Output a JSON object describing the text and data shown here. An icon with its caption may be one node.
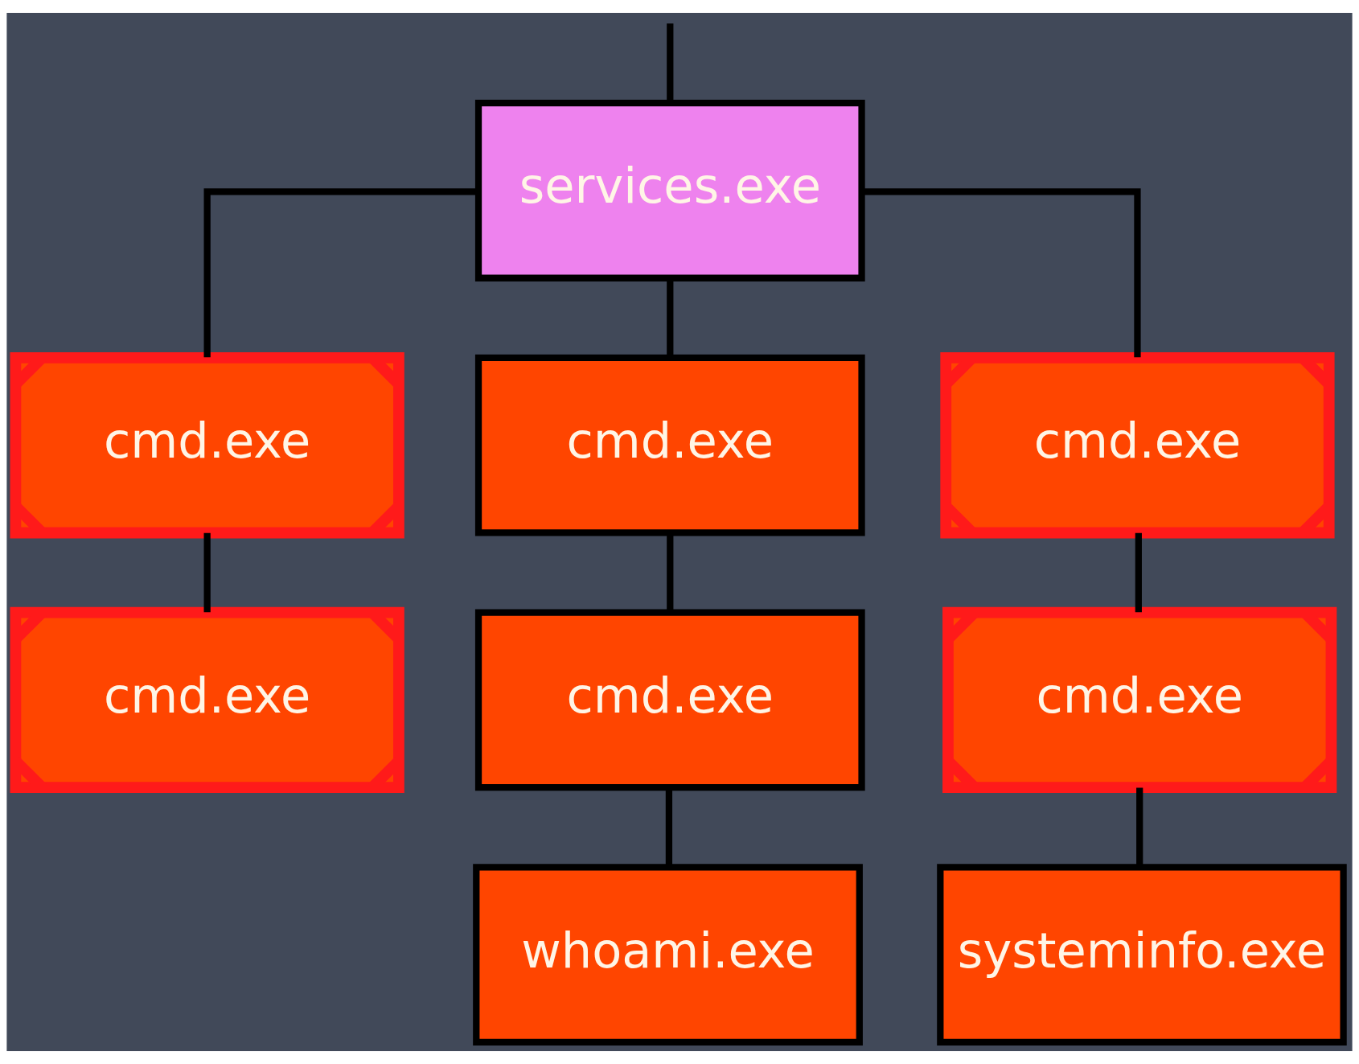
{
  "diagram": {
    "nodes": [
      {
        "text": [
          "services.exe"
        ]
      },
      {
        "text": [
          "cmd.exe"
        ]
      },
      {
        "text": [
          "cmd.exe"
        ]
      },
      {
        "text": [
          "cmd.exe"
        ]
      },
      {
        "text": [
          "cmd.exe"
        ]
      },
      {
        "text": [
          "cmd.exe"
        ]
      },
      {
        "text": [
          "cmd.exe"
        ]
      },
      {
        "text": [
          "whoami.exe"
        ]
      },
      {
        "text": [
          "systeminfo.exe"
        ]
      }
    ],
    "edges": [
      {
        "from": null,
        "to": 0,
        "arrow": "none"
      },
      {
        "from": 0,
        "to": 1,
        "arrow": "none"
      },
      {
        "from": 0,
        "to": 2,
        "arrow": "none"
      },
      {
        "from": 0,
        "to": 3,
        "arrow": "none"
      },
      {
        "from": 1,
        "to": 4,
        "arrow": "none"
      },
      {
        "from": 2,
        "to": 5,
        "arrow": "none"
      },
      {
        "from": 3,
        "to": 6,
        "arrow": "none"
      },
      {
        "from": 5,
        "to": 7,
        "arrow": "none"
      },
      {
        "from": 6,
        "to": 8,
        "arrow": "none"
      }
    ]
  }
}
